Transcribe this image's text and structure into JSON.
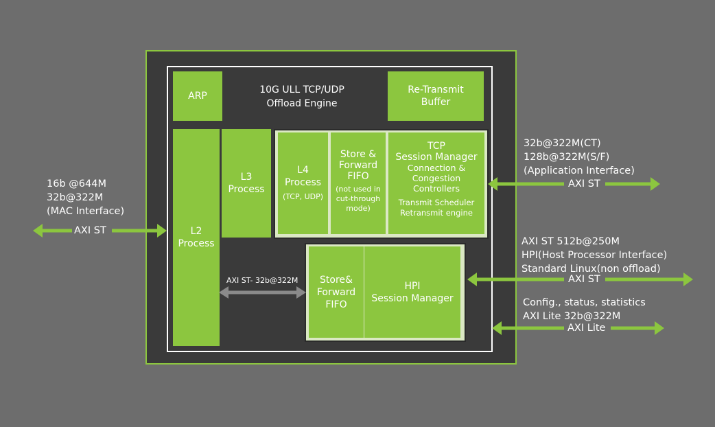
{
  "engine_title": [
    "10G ULL TCP/UDP",
    "Offload Engine"
  ],
  "blocks": {
    "arp": "ARP",
    "retransmit": [
      "Re-Transmit",
      "Buffer"
    ],
    "l2": [
      "L2",
      "Process"
    ],
    "l3": [
      "L3",
      "Process"
    ],
    "l4": [
      "L4",
      "Process"
    ],
    "l4_sub": "(TCP, UDP)",
    "sf1": [
      "Store &",
      "Forward",
      "FIFO"
    ],
    "sf1_note": [
      "(not used in",
      "cut-through",
      "mode)"
    ],
    "tcp_sm": [
      "TCP",
      "Session Manager"
    ],
    "tcp_sm_sub": [
      "Connection &",
      "Congestion",
      "Controllers"
    ],
    "tcp_sm_sub2": [
      "Transmit Scheduler",
      "Retransmit engine"
    ],
    "sf2": [
      "Store&",
      "Forward",
      "FIFO"
    ],
    "hpi": [
      "HPI",
      "Session Manager"
    ]
  },
  "interfaces": {
    "mac": [
      "16b @644M",
      "32b@322M",
      "(MAC Interface)"
    ],
    "mac_axi": "AXI ST",
    "app": [
      "32b@322M(CT)",
      "128b@322M(S/F)",
      "(Application Interface)"
    ],
    "app_axi": "AXI ST",
    "hpi": [
      "AXI ST 512b@250M",
      "HPI(Host Processor Interface)",
      "Standard Linux(non offload)"
    ],
    "hpi_axi": "AXI ST",
    "cfg": [
      "Config., status, statistics",
      "AXI Lite 32b@322M"
    ],
    "cfg_axi": "AXI Lite",
    "internal": "AXI ST- 32b@322M"
  },
  "colors": {
    "green": "#8cc63f",
    "background": "#6d6d6d",
    "panel": "#3a3a3a",
    "internal_arrow": "#8a8a8a"
  }
}
